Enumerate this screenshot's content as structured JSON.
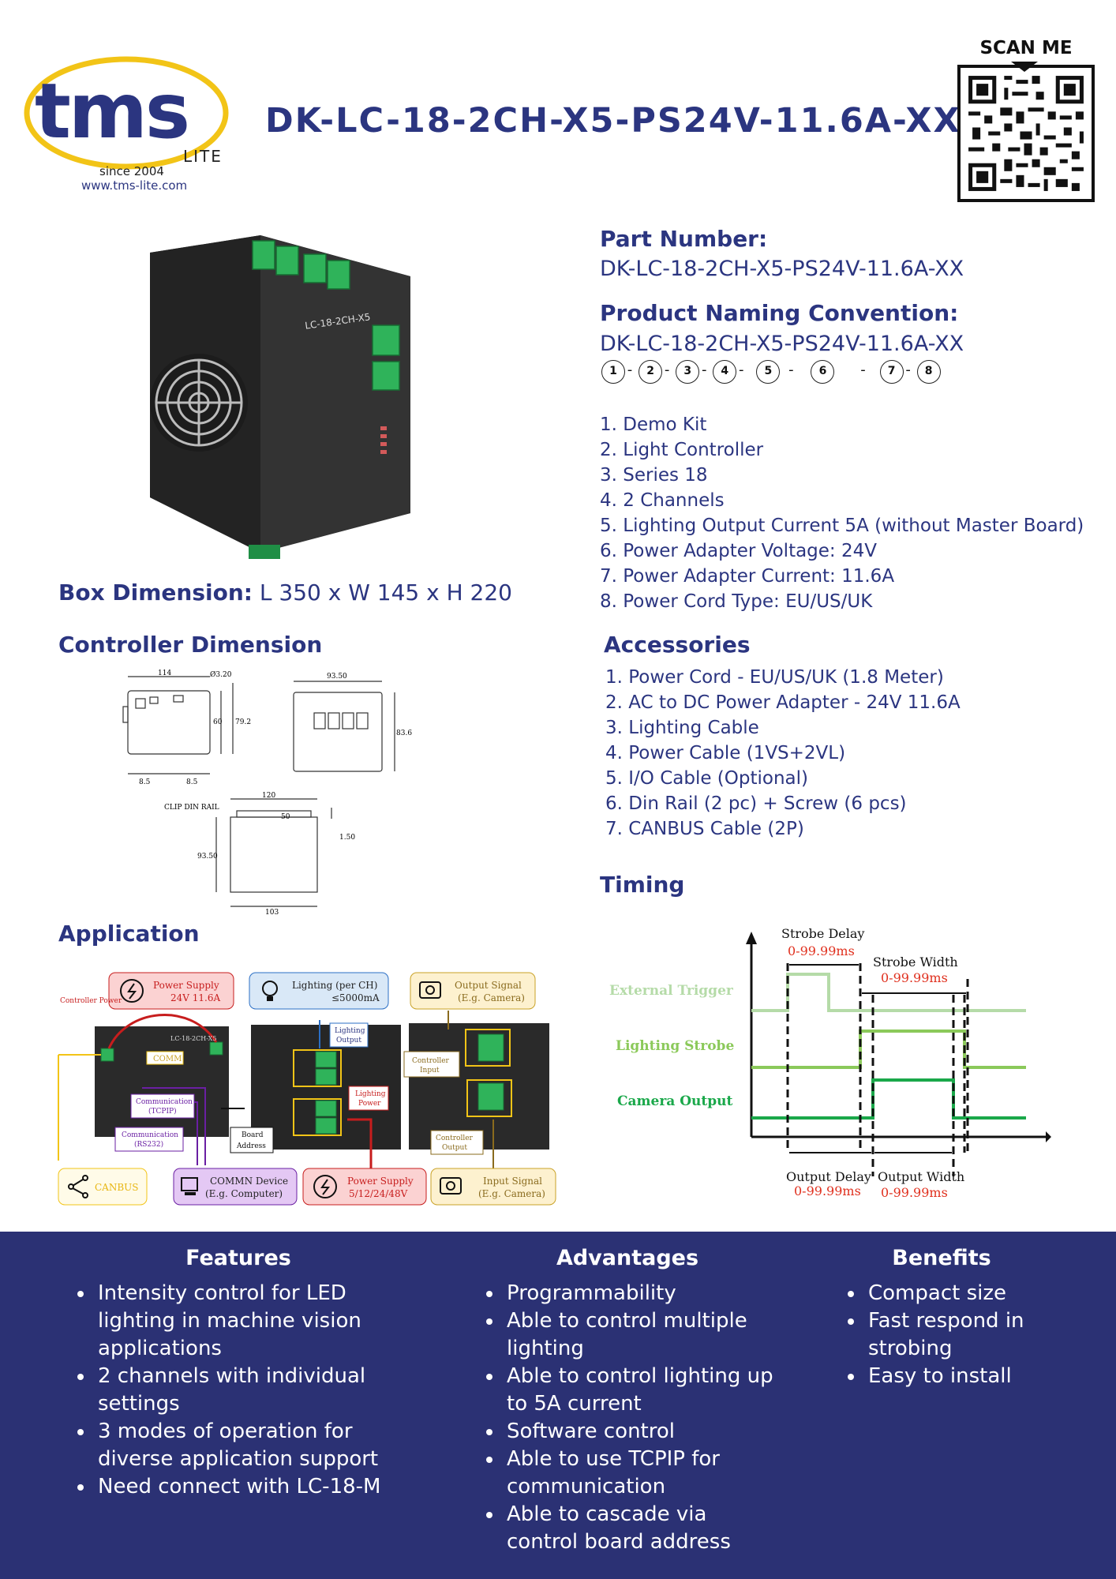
{
  "brand": {
    "name": "tms",
    "sub": "LITE",
    "since": "since 2004",
    "website": "www.tms-lite.com"
  },
  "header": {
    "title": "DK-LC-18-2CH-X5-PS24V-11.6A-XX",
    "qr_label": "SCAN ME"
  },
  "part": {
    "heading": "Part Number:",
    "value": "DK-LC-18-2CH-X5-PS24V-11.6A-XX"
  },
  "naming": {
    "heading": "Product Naming Convention:",
    "value": "DK-LC-18-2CH-X5-PS24V-11.6A-XX",
    "markers": [
      "1",
      "2",
      "3",
      "4",
      "5",
      "6",
      "7",
      "8"
    ],
    "items": [
      "1.  Demo Kit",
      "2. Light Controller",
      "3. Series 18",
      "4. 2 Channels",
      "5. Lighting Output Current 5A (without Master Board)",
      "6. Power Adapter Voltage: 24V",
      "7. Power Adapter Current: 11.6A",
      "8. Power Cord Type: EU/US/UK"
    ]
  },
  "product": {
    "label": "LC-18-2CH-X5"
  },
  "box": {
    "label": "Box Dimension:",
    "value": "L 350 x W 145 x H 220"
  },
  "controller_dim": {
    "heading": "Controller Dimension",
    "labels": {
      "d1": "114",
      "d2": "Ø3.20",
      "d3": "60",
      "d4": "79.2",
      "d5": "8.5",
      "d6": "8.5",
      "d7": "93.50",
      "d8": "83.6",
      "d9": "120",
      "d10": "CLIP DIN RAIL",
      "d11": "50",
      "d12": "1.50",
      "d13": "93.50",
      "d14": "103"
    }
  },
  "accessories": {
    "heading": "Accessories",
    "items": [
      "1. Power Cord - EU/US/UK (1.8 Meter)",
      "2. AC to DC Power Adapter - 24V 11.6A",
      "3. Lighting Cable",
      "4. Power Cable (1VS+2VL)",
      "5. I/O Cable (Optional)",
      "6. Din Rail (2 pc) + Screw (6 pcs)",
      "7. CANBUS Cable (2P)"
    ]
  },
  "timing": {
    "heading": "Timing",
    "strobe_delay": "Strobe Delay",
    "strobe_delay_val": "0-99.99ms",
    "strobe_width": "Strobe Width",
    "strobe_width_val": "0-99.99ms",
    "ext_trigger": "External Trigger",
    "lighting_strobe": "Lighting Strobe",
    "camera_output": "Camera Output",
    "output_delay": "Output Delay",
    "output_delay_val": "0-99.99ms",
    "output_width": "Output Width",
    "output_width_val": "0-99.99ms",
    "colors": {
      "ext": "#b5dba8",
      "strobe": "#8bc95a",
      "camera": "#1aa84a",
      "red": "#e0301e"
    }
  },
  "application": {
    "heading": "Application",
    "controller_power": "Controller Power",
    "power_supply_top": [
      "Power Supply",
      "24V 11.6A"
    ],
    "lighting": [
      "Lighting (per CH)",
      "≤5000mA"
    ],
    "output_signal": [
      "Output Signal",
      "(E.g. Camera)"
    ],
    "comm": "COMM",
    "lc_label": "LC-18-2CH-X5",
    "lighting_output": [
      "Lighting",
      "Output"
    ],
    "controller_input": [
      "Controller",
      "Input"
    ],
    "lighting_power": [
      "Lighting",
      "Power"
    ],
    "communication_tcpip": [
      "Communication",
      "(TCPIP)"
    ],
    "communication_rs232": [
      "Communication",
      "(RS232)"
    ],
    "board_address": [
      "Board",
      "Address"
    ],
    "controller_output": [
      "Controller",
      "Output"
    ],
    "canbus": "CANBUS",
    "comm_device": [
      "COMMN Device",
      "(E.g. Computer)"
    ],
    "power_supply_bottom": [
      "Power Supply",
      "5/12/24/48V"
    ],
    "input_signal": [
      "Input Signal",
      "(E.g. Camera)"
    ]
  },
  "features": {
    "heading": "Features",
    "items": [
      "Intensity control for LED lighting in machine vision applications",
      "2 channels with individual settings",
      "3 modes of operation for diverse application support",
      "Need connect with LC-18-M"
    ]
  },
  "advantages": {
    "heading": "Advantages",
    "items": [
      "Programmability",
      "Able to control multiple lighting",
      "Able to control lighting up to 5A current",
      "Software control",
      "Able to use TCPIP for communication",
      "Able to cascade via control board address"
    ]
  },
  "benefits": {
    "heading": "Benefits",
    "items": [
      "Compact size",
      "Fast respond in strobing",
      "Easy to install"
    ]
  }
}
